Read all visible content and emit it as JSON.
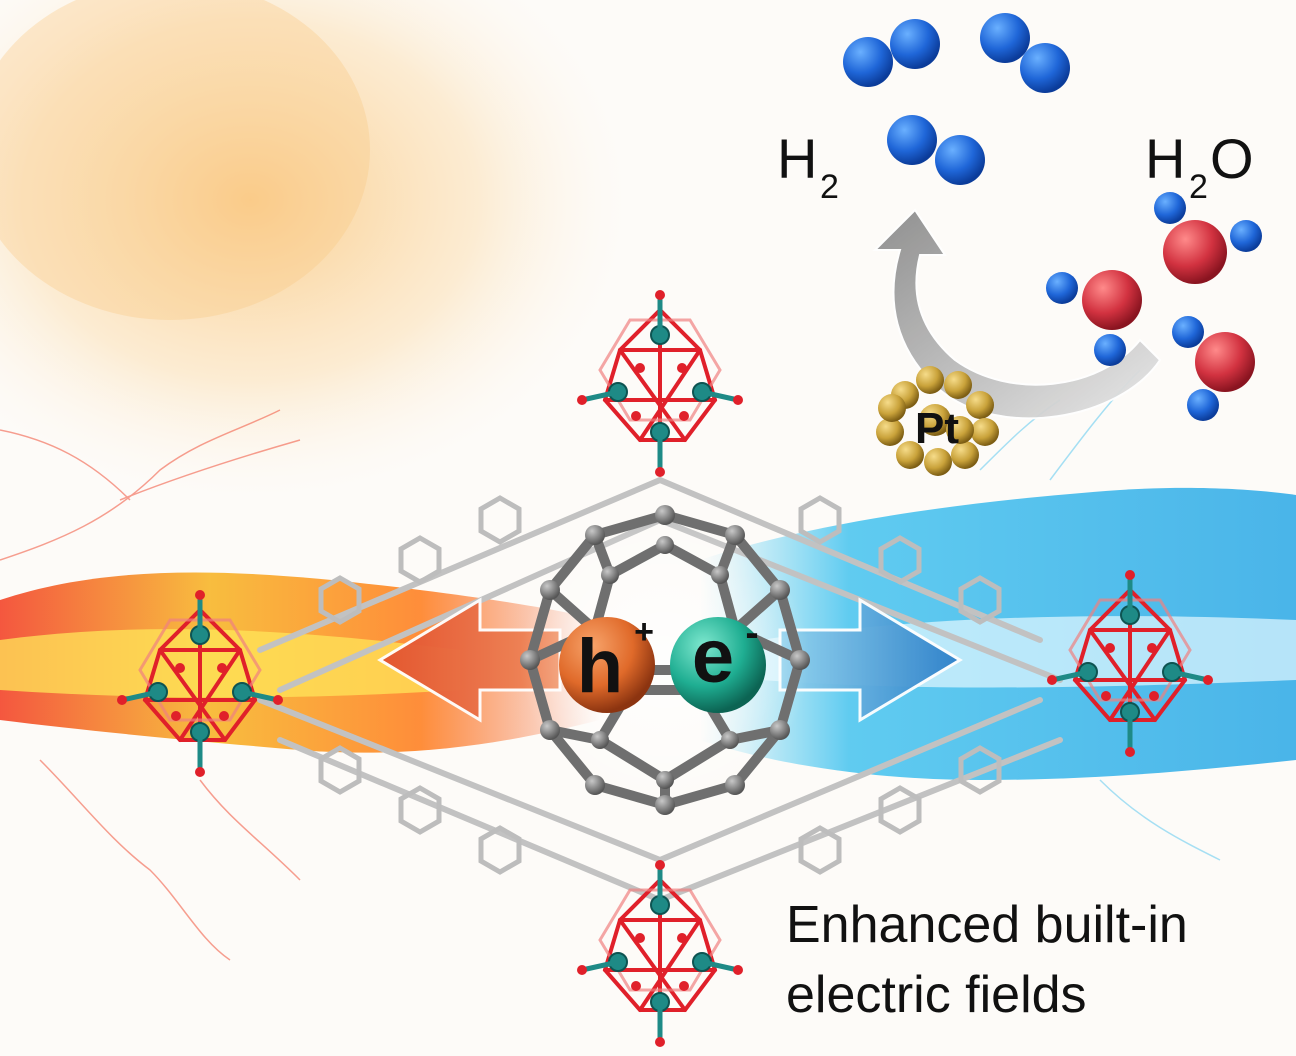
{
  "labels": {
    "h2_main": "H",
    "h2_sub": "2",
    "h2o_h": "H",
    "h2o_sub": "2",
    "h2o_o": "O",
    "pt": "Pt",
    "hole_main": "h",
    "hole_sup": "+",
    "electron_main": "e",
    "electron_sup": "-",
    "caption_line1": "Enhanced built-in",
    "caption_line2": "electric fields"
  },
  "colors": {
    "hydrogen": "#1f66d8",
    "oxygen": "#d23240",
    "platinum": "#c9a23a",
    "hole": "#e06a2a",
    "electron": "#1fae92",
    "carbon": "#6f6f6f",
    "cluster_metal": "#1e8a86",
    "cluster_oxygen": "#e0202a",
    "hot_field": "#f25a22",
    "cold_field": "#32b8ea"
  }
}
